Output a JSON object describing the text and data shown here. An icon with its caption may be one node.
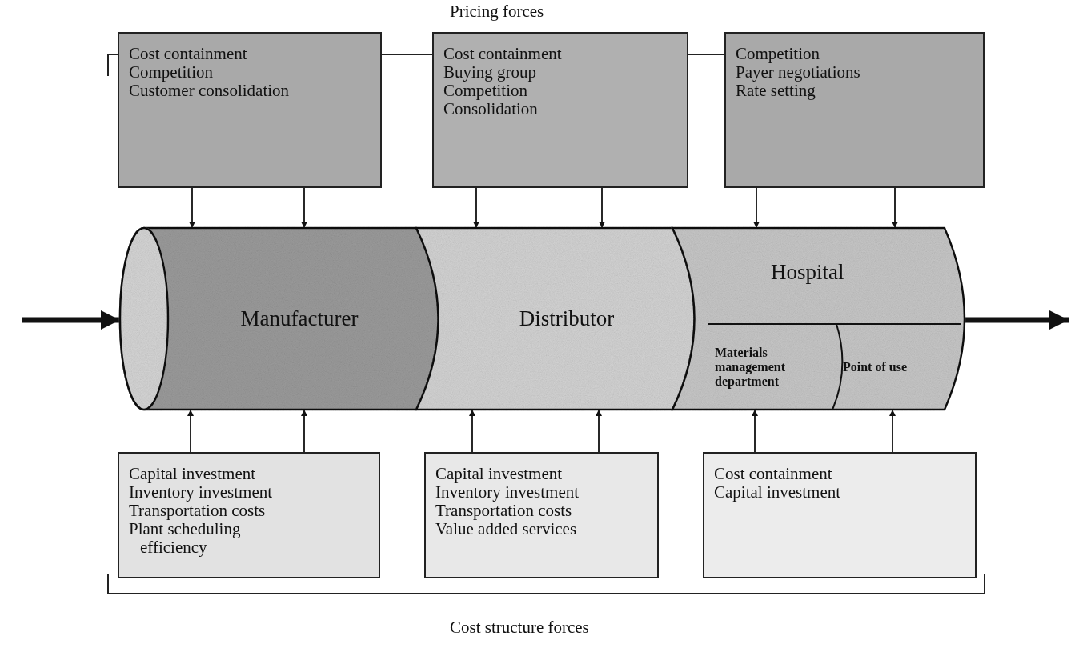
{
  "diagram": {
    "nodes": [
      {
        "text": [
          "Cost containment",
          "Competition",
          "Customer consolidation"
        ]
      },
      {
        "text": [
          "Cost containment",
          "Buying group",
          "Competition",
          "Consolidation"
        ]
      },
      {
        "text": [
          "Competition",
          "Payer negotiations",
          "Rate setting"
        ]
      },
      {
        "text": [
          "Manufacturer"
        ]
      },
      {
        "text": [
          "Distributor"
        ]
      },
      {
        "text": [
          "Hospital"
        ]
      },
      {
        "text": [
          "Materials management department"
        ],
        "in": 5
      },
      {
        "text": [
          "Point of use"
        ],
        "in": 5
      },
      {
        "text": [
          "Capital investment",
          "Inventory investment",
          "Transportation costs",
          "Plant scheduling efficiency"
        ]
      },
      {
        "text": [
          "Capital investment",
          "Inventory investment",
          "Transportation costs",
          "Value added services"
        ]
      },
      {
        "text": [
          "Cost containment",
          "Capital investment"
        ]
      }
    ],
    "edges": [
      {
        "from": 0,
        "to": 3,
        "arrow": "to"
      },
      {
        "from": 0,
        "to": 3,
        "arrow": "to"
      },
      {
        "from": 1,
        "to": 4,
        "arrow": "to"
      },
      {
        "from": 1,
        "to": 4,
        "arrow": "to"
      },
      {
        "from": 2,
        "to": 5,
        "arrow": "to"
      },
      {
        "from": 2,
        "to": 5,
        "arrow": "to"
      },
      {
        "from": 8,
        "to": 3,
        "arrow": "to"
      },
      {
        "from": 8,
        "to": 3,
        "arrow": "to"
      },
      {
        "from": 9,
        "to": 4,
        "arrow": "to"
      },
      {
        "from": 9,
        "to": 4,
        "arrow": "to"
      },
      {
        "from": 10,
        "to": 6,
        "arrow": "to"
      },
      {
        "from": 10,
        "to": 7,
        "arrow": "to"
      },
      {
        "from": null,
        "to": 3,
        "arrow": "to",
        "style": "thick"
      },
      {
        "from": 5,
        "to": null,
        "arrow": "to",
        "style": "thick"
      }
    ],
    "labels": [
      "Pricing forces",
      "Cost structure forces"
    ]
  }
}
